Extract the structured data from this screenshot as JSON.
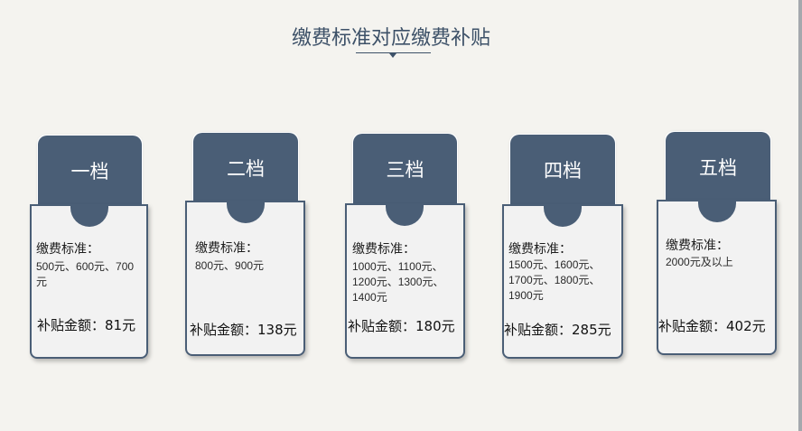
{
  "title": "缴费标准对应缴费补贴",
  "colors": {
    "background": "#f4f3ef",
    "tab": "#4a5e76",
    "card_body": "#f2f2f2",
    "title": "#3d5168"
  },
  "tiers": [
    {
      "tier": "一档",
      "standard_label": "缴费标准：",
      "standard_values": "500元、600元、700元",
      "subsidy_label": "补贴金额：",
      "subsidy_amount": "81元"
    },
    {
      "tier": "二档",
      "standard_label": "缴费标准：",
      "standard_values": "800元、900元",
      "subsidy_label": "补贴金额：",
      "subsidy_amount": "138元"
    },
    {
      "tier": "三档",
      "standard_label": "缴费标准：",
      "standard_values": "1000元、1100元、1200元、1300元、1400元",
      "subsidy_label": "补贴金额：",
      "subsidy_amount": "180元"
    },
    {
      "tier": "四档",
      "standard_label": "缴费标准：",
      "standard_values": "1500元、1600元、1700元、1800元、1900元",
      "subsidy_label": "补贴金额：",
      "subsidy_amount": "285元"
    },
    {
      "tier": "五档",
      "standard_label": "缴费标准：",
      "standard_values": "2000元及以上",
      "subsidy_label": "补贴金额：",
      "subsidy_amount": "402元"
    }
  ],
  "tier_subsidy": {
    "一档": "81元",
    "二档": "138元",
    "三档": "180元",
    "四档": "285元",
    "五档": "402元"
  },
  "display": {
    "t0_subsidy": "补贴金额：81元",
    "t1_subsidy": "补贴金额：138元",
    "t2_subsidy": "补贴金额：180元",
    "t3_subsidy": "补贴金额：285元",
    "t4_subsidy": "补贴金额：402元",
    "t0_values_lines": [
      "500元、600元、700",
      "元"
    ],
    "t2_values_lines": [
      "1000元、1100元、",
      "1200元、1300元、",
      "1400元"
    ],
    "t3_values_lines": [
      "1500元、1600元、",
      "1700元、1800元、",
      "1900元"
    ]
  }
}
